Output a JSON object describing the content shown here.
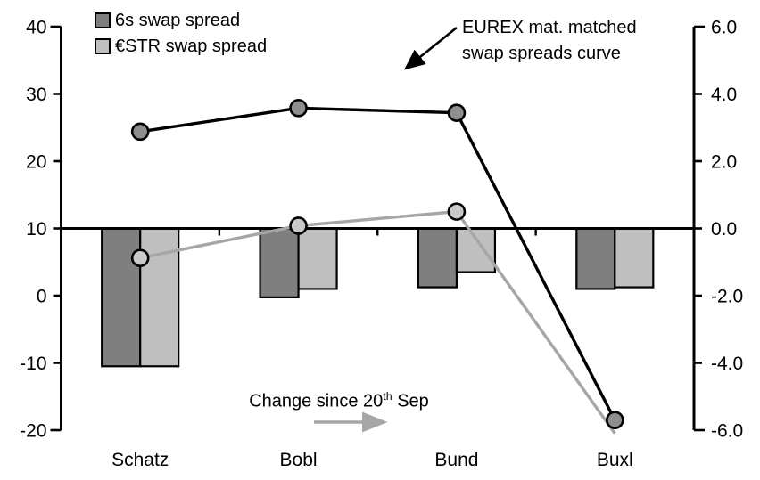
{
  "chart_data": {
    "type": "combo-bar-line",
    "categories": [
      "Schatz",
      "Bobl",
      "Bund",
      "Buxl"
    ],
    "left_axis": {
      "ticks": [
        "40",
        "30",
        "20",
        "10",
        "0",
        "-10",
        "-20"
      ],
      "values": [
        40,
        30,
        20,
        10,
        0,
        -10,
        -20
      ],
      "min": -20,
      "max": 40,
      "zero_line_at": 10
    },
    "right_axis": {
      "ticks": [
        "6.0",
        "4.0",
        "2.0",
        "0.0",
        "-2.0",
        "-4.0",
        "-6.0"
      ],
      "values": [
        6,
        4,
        2,
        0,
        -2,
        -4,
        -6
      ],
      "min": -6,
      "max": 6
    },
    "bars": [
      {
        "name": "6s swap spread change",
        "axis": "right",
        "fill": "#7f7f7f",
        "values": [
          -4.1,
          -2.05,
          -1.75,
          -1.8
        ]
      },
      {
        "name": "€STR swap spread change",
        "axis": "right",
        "fill": "#bfbfbf",
        "values": [
          -4.1,
          -1.8,
          -1.3,
          -1.75
        ]
      }
    ],
    "lines": [
      {
        "name": "€STR swap spread level",
        "axis": "left",
        "color": "#a6a6a6",
        "marker_fill": "#c9c9c9",
        "values": [
          5.6,
          10.4,
          12.5,
          -20.5
        ],
        "markers": [
          true,
          true,
          true,
          false
        ]
      },
      {
        "name": "6s swap spread level (EUREX mat. matched curve)",
        "axis": "left",
        "color": "#000000",
        "marker_fill": "#8e8e8e",
        "values": [
          24.4,
          27.9,
          27.2,
          -18.5
        ],
        "markers": [
          true,
          true,
          true,
          true
        ]
      }
    ]
  },
  "legend": {
    "items": [
      {
        "label": "6s swap spread",
        "color": "#7f7f7f"
      },
      {
        "label": "€STR swap spread",
        "color": "#bfbfbf"
      }
    ]
  },
  "annotations": {
    "eurex_line1": "EUREX mat. matched",
    "eurex_line2": "swap spreads curve",
    "change_prefix": "Change since 20",
    "change_sup": "th",
    "change_suffix": " Sep"
  },
  "colors": {
    "bar_dark": "#7f7f7f",
    "bar_light": "#bfbfbf",
    "line_black": "#000000",
    "line_gray": "#a6a6a6",
    "arrow_gray": "#a6a6a6",
    "axis": "#000000"
  }
}
